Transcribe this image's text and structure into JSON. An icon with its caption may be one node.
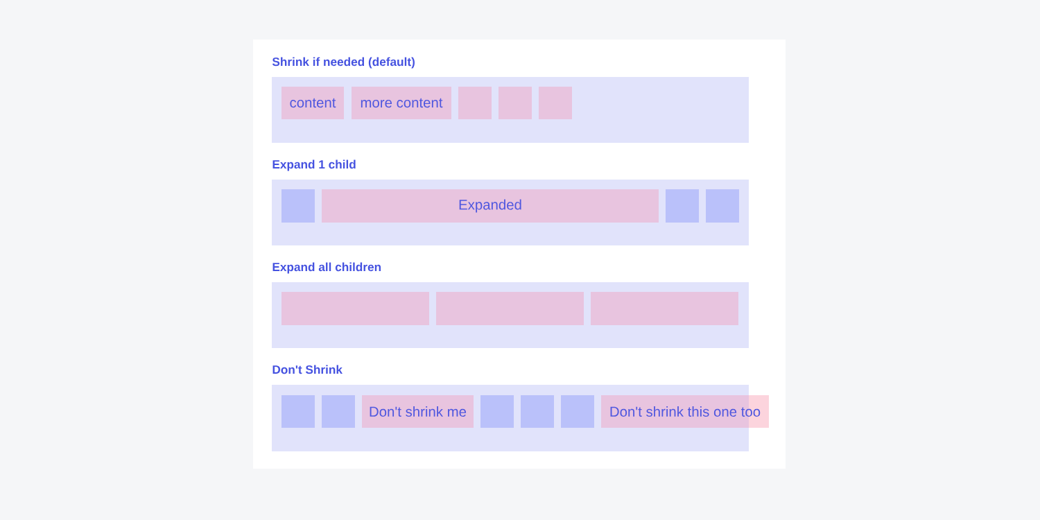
{
  "diagram": {
    "nodes": [
      {
        "text": [
          "Shrink if needed (default)"
        ]
      },
      {
        "text": [
          "content"
        ],
        "in": 0
      },
      {
        "text": [
          "more content"
        ],
        "in": 0
      },
      {
        "text": [],
        "shape": "box",
        "in": 0
      },
      {
        "text": [],
        "shape": "box",
        "in": 0
      },
      {
        "text": [],
        "shape": "box",
        "in": 0
      },
      {
        "text": [
          "Expand 1 child"
        ]
      },
      {
        "text": [],
        "shape": "box",
        "in": 6
      },
      {
        "text": [
          "Expanded"
        ],
        "in": 6
      },
      {
        "text": [],
        "shape": "box",
        "in": 6
      },
      {
        "text": [],
        "shape": "box",
        "in": 6
      },
      {
        "text": [
          "Expand all children"
        ]
      },
      {
        "text": [],
        "shape": "box",
        "in": 11
      },
      {
        "text": [],
        "shape": "box",
        "in": 11
      },
      {
        "text": [],
        "shape": "box",
        "in": 11
      },
      {
        "text": [
          "Don't Shrink"
        ]
      },
      {
        "text": [],
        "shape": "box",
        "in": 15
      },
      {
        "text": [],
        "shape": "box",
        "in": 15
      },
      {
        "text": [
          "Don't shrink me"
        ],
        "in": 15
      },
      {
        "text": [],
        "shape": "box",
        "in": 15
      },
      {
        "text": [],
        "shape": "box",
        "in": 15
      },
      {
        "text": [],
        "shape": "box",
        "in": 15
      },
      {
        "text": [
          "Don't shrink this one too"
        ]
      }
    ]
  }
}
